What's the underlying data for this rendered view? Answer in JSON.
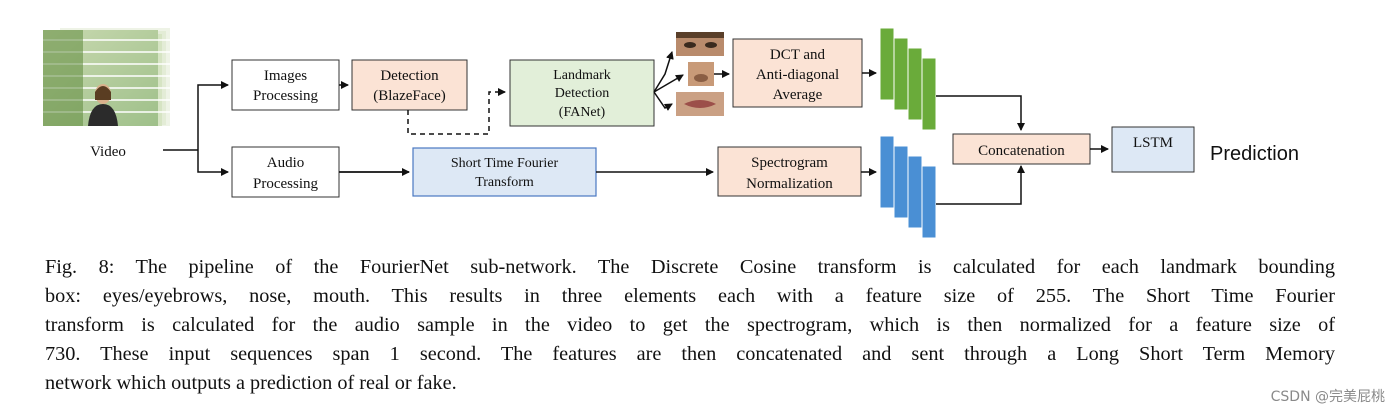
{
  "diagram": {
    "input_label": "Video",
    "nodes": {
      "images_processing": [
        "Images",
        "Processing"
      ],
      "audio_processing": [
        "Audio",
        "Processing"
      ],
      "detection": [
        "Detection",
        "(BlazeFace)"
      ],
      "landmark_detection": [
        "Landmark",
        "Detection",
        "(FANet)"
      ],
      "dct": [
        "DCT and",
        "Anti-diagonal",
        "Average"
      ],
      "stft": [
        "Short Time Fourier",
        "Transform"
      ],
      "spectrogram": [
        "Spectrogram",
        "Normalization"
      ],
      "concatenation": [
        "Concatenation"
      ],
      "lstm": [
        "LSTM"
      ]
    },
    "output_label": "Prediction",
    "colors": {
      "detection_fill": "#fbe3d5",
      "landmark_fill": "#e2efd9",
      "stft_fill": "#dde8f5",
      "green_bars": "#6aab3a",
      "blue_bars": "#4a8fd4",
      "border": "#333333"
    }
  },
  "caption": {
    "lines": [
      "Fig. 8: The pipeline of the FourierNet sub-network. The Discrete Cosine transform is calculated for each landmark bounding",
      "box: eyes/eyebrows, nose, mouth. This results in three elements each with a feature size of 255. The Short Time Fourier",
      "transform is calculated for the audio sample in the video to get the spectrogram, which is then normalized for a feature size of",
      "730. These input sequences span 1 second. The features are then concatenated and sent through a Long Short Term Memory",
      "network which outputs a prediction of real or fake."
    ]
  },
  "watermark": "CSDN @完美屁桃"
}
